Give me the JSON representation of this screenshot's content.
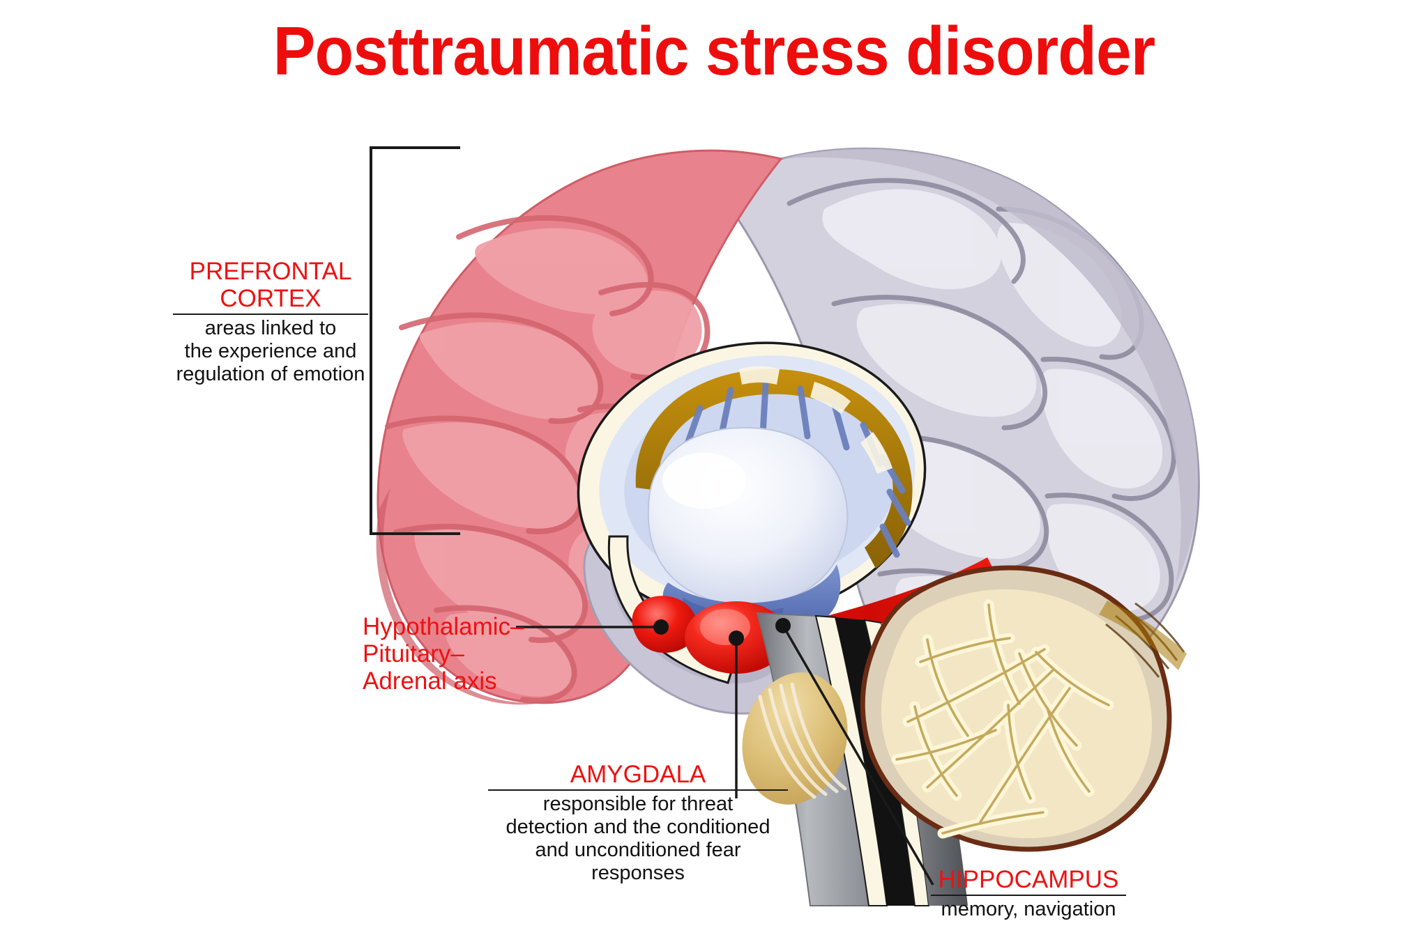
{
  "title": "Posttraumatic stress disorder",
  "colors": {
    "title_red": "#ee0d0d",
    "label_red": "#ee1111",
    "description_black": "#111111",
    "prefrontal_cortex_fill": "#e8838d",
    "prefrontal_cortex_shade": "#d9636f",
    "cortex_gray_fill": "#d3d1de",
    "cortex_gray_light": "#eceaf2",
    "cortex_gray_shade": "#a9a6bb",
    "corpus_callosum_brown": "#a8790a",
    "thalamus_white": "#e3e8f6",
    "ventricle_blue": "#5f78b8",
    "hpa_red": "#ee1111",
    "cerebellum_cream": "#f7e9a8",
    "cerebellum_outline": "#6b2c14",
    "brainstem_gray": "#8e9196",
    "pons_gold": "#dfc07a",
    "background": "#ffffff"
  },
  "labels": [
    {
      "id": "prefrontal-cortex",
      "heading": "PREFRONTAL\nCORTEX",
      "description": "areas linked to\nthe experience and\nregulation of emotion",
      "align": "center",
      "has_rule": true,
      "connector": "bracket"
    },
    {
      "id": "hypothalamic-pituitary-adrenal-axis",
      "heading": "Hypothalamic–\nPituitary–\nAdrenal axis",
      "description": "",
      "align": "left",
      "has_rule": false,
      "connector": "line"
    },
    {
      "id": "amygdala",
      "heading": "AMYGDALA",
      "description": "responsible for threat\ndetection and the conditioned\nand unconditioned fear responses",
      "align": "center",
      "has_rule": true,
      "connector": "line"
    },
    {
      "id": "hippocampus",
      "heading": "HIPPOCAMPUS",
      "description": "memory, navigation",
      "align": "center",
      "has_rule": true,
      "connector": "line"
    }
  ],
  "diagram": {
    "name": "midsagittal-brain-cross-section",
    "structures": [
      "prefrontal cortex",
      "cerebral cortex",
      "corpus callosum",
      "thalamus",
      "lateral ventricle",
      "hypothalamus",
      "pituitary gland",
      "amygdala",
      "hippocampus",
      "cerebellum",
      "pons",
      "brainstem",
      "spinal cord"
    ]
  }
}
